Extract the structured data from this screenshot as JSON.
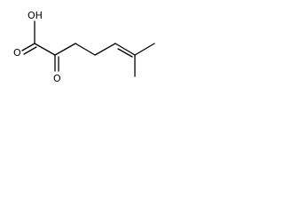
{
  "molecule": {
    "labels": {
      "hydroxyl": "OH",
      "carboxyl_oxygen": "O",
      "keto_oxygen": "O"
    }
  }
}
